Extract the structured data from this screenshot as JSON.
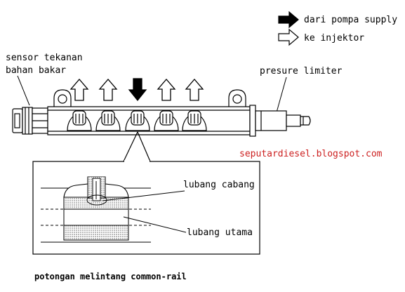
{
  "legend": {
    "supply_label": "dari pompa supply",
    "injector_label": "ke injektor"
  },
  "labels": {
    "sensor_line1": "sensor tekanan",
    "sensor_line2": "bahan bakar",
    "limiter": "presure limiter",
    "watermark": "seputardiesel.blogspot.com",
    "branch_hole": "lubang cabang",
    "main_hole": "lubang utama",
    "caption": "potongan melintang common-rail"
  },
  "colors": {
    "ink": "#000000",
    "watermark": "#cc1f1f",
    "hatch": "#a8a8a8",
    "background": "#ffffff"
  },
  "icons": {
    "supply_arrow": "filled-arrow-right-icon",
    "injector_arrow": "outline-arrow-right-icon",
    "inlet_arrow": "filled-arrow-down-icon",
    "outlet_arrow": "outline-arrow-up-icon"
  }
}
